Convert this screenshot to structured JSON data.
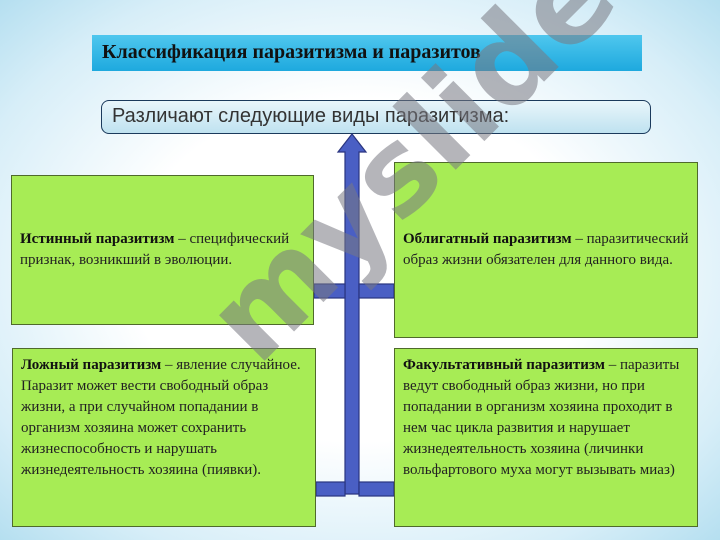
{
  "title": "Классификация паразитизма и паразитов",
  "subtitle": "Различают следующие виды паразитизма:",
  "boxes": {
    "true_parasitism": {
      "term": "Истинный паразитизм",
      "definition": " – специфический признак, возникший в эволюции."
    },
    "obligate_parasitism": {
      "term": "Облигатный паразитизм",
      "definition": " – паразитический образ жизни обязателен для данного вида."
    },
    "false_parasitism": {
      "term": "Ложный паразитизм",
      "definition": " – явление случайное. Паразит может вести свободный образ жизни, а при случайном попадании в организм хозяина может сохранить жизнеспособность и нарушать жизнедеятельность хозяина (пиявки)."
    },
    "facultative_parasitism": {
      "term": "Факультативный паразитизм",
      "definition": " – паразиты ведут свободный образ жизни, но при попадании в организм хозяина проходит в нем час цикла развития и нарушает жизнедеятельность хозяина (личинки вольфартового муха могут вызывать миаз)"
    }
  },
  "watermark": "myslide.ru",
  "colors": {
    "title_bar": "#1ea9de",
    "box_fill": "#a7ec55",
    "connector": "#4a5fc4"
  }
}
